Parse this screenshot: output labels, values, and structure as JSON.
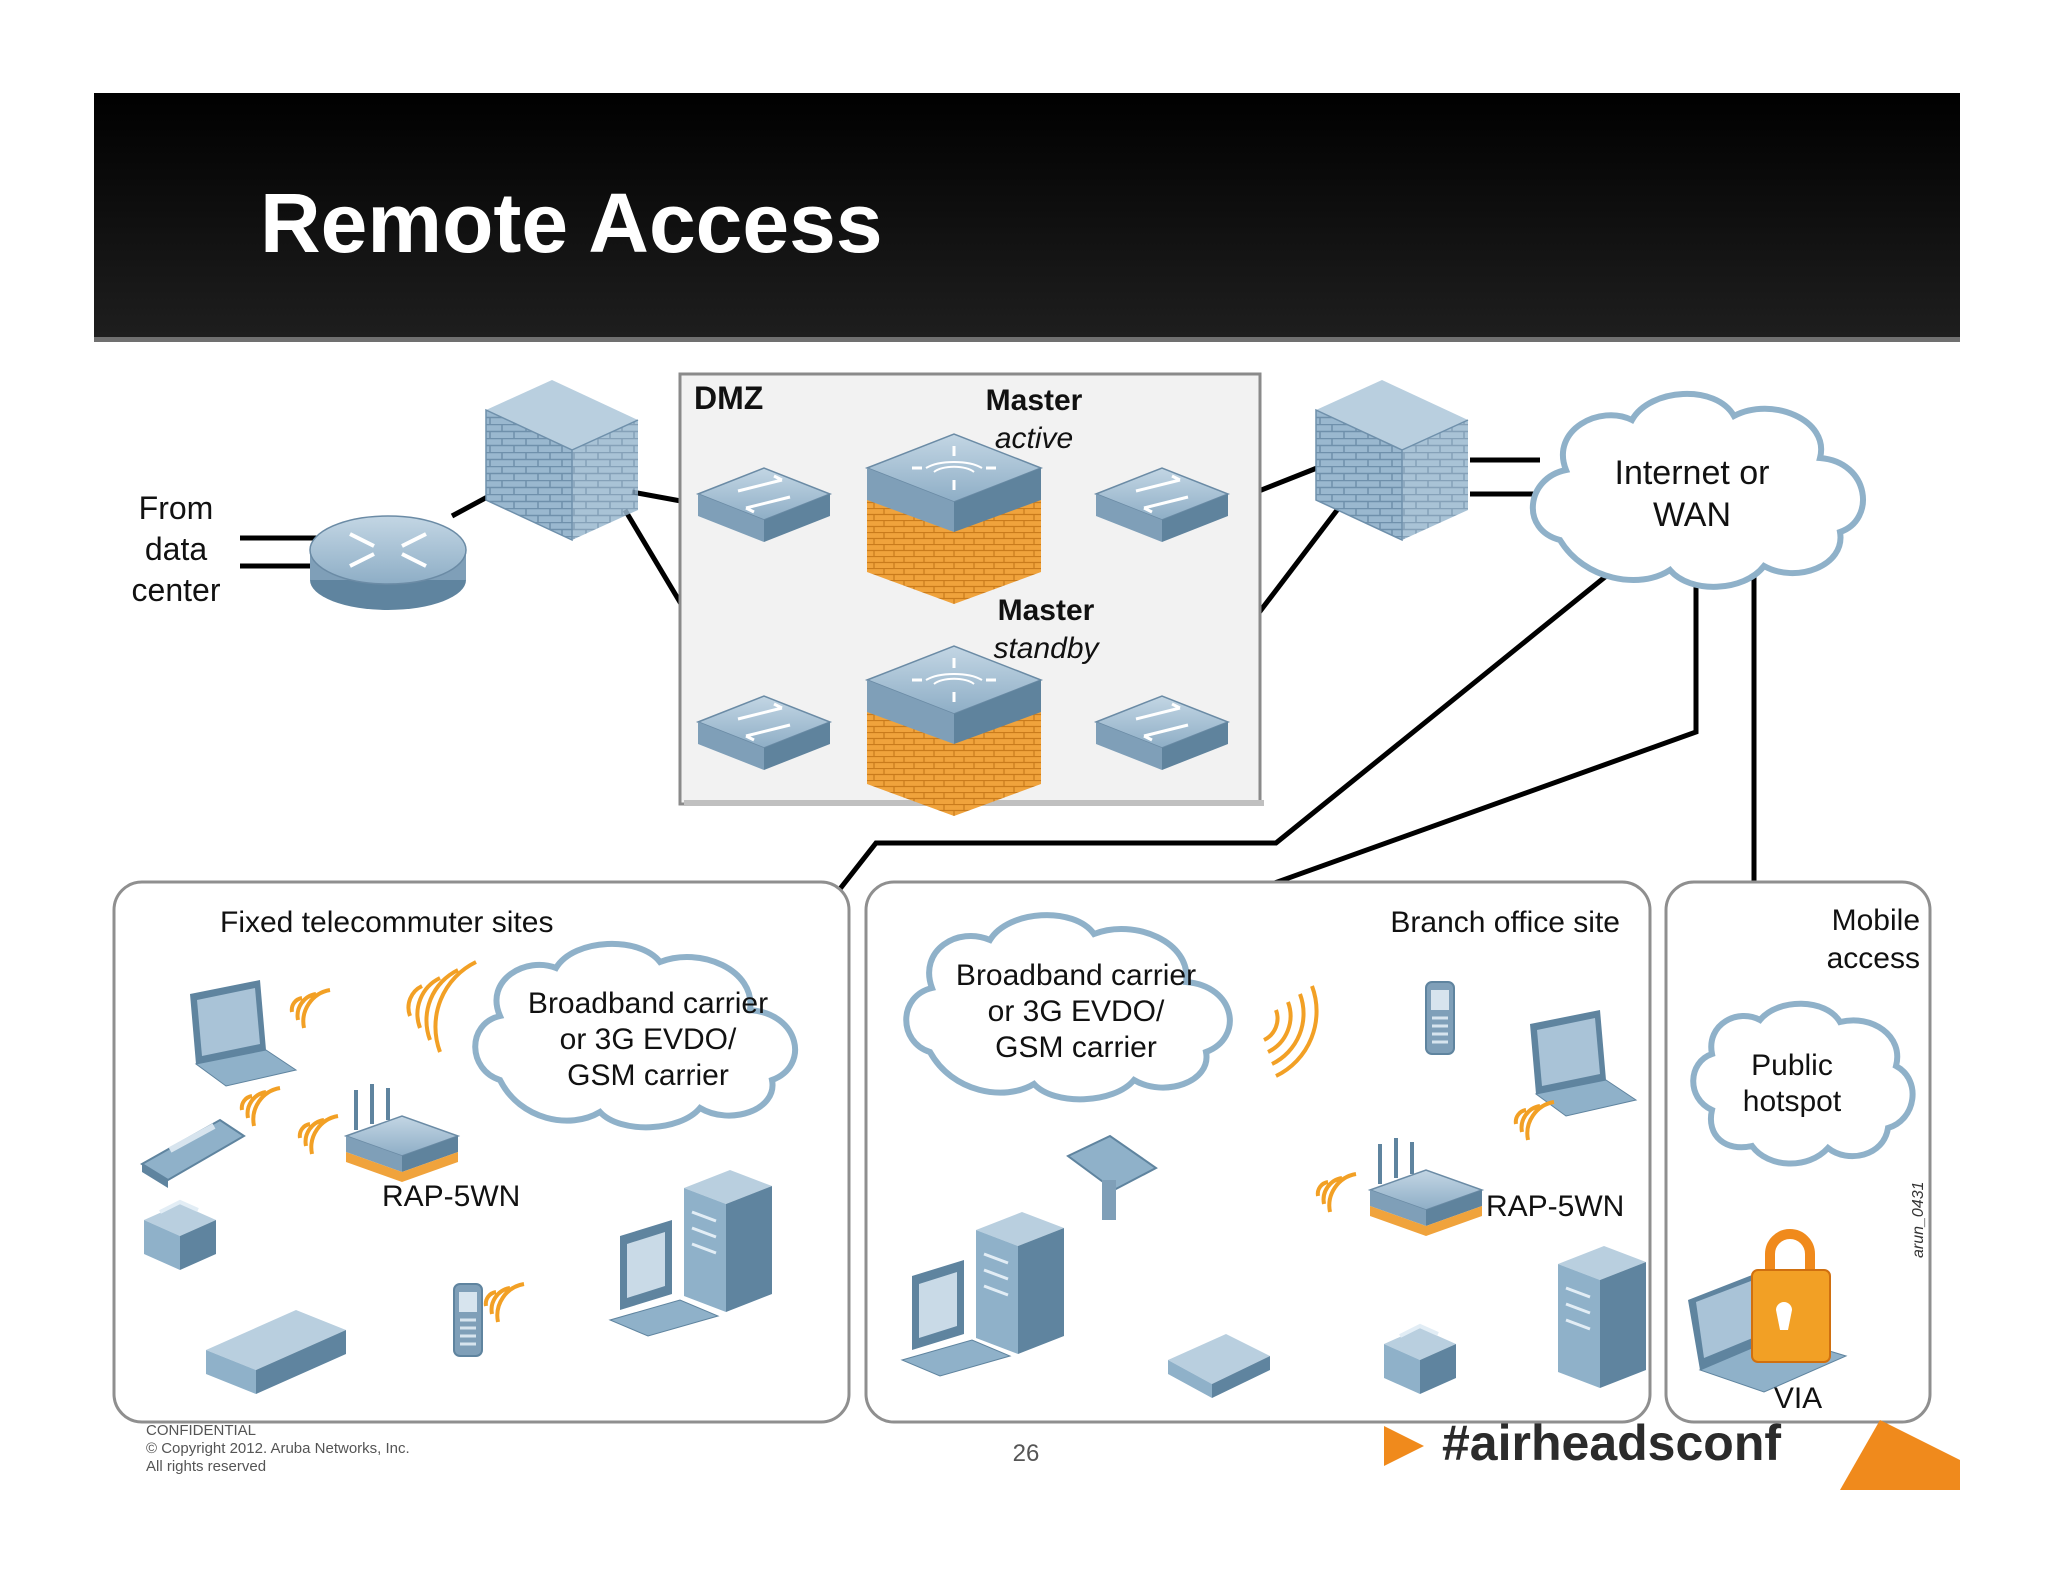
{
  "slide": {
    "title": "Remote Access",
    "page_number": "26"
  },
  "footer": {
    "confidential": "CONFIDENTIAL",
    "copyright": "© Copyright 2012. Aruba Networks, Inc.",
    "rights": "All rights reserved"
  },
  "branding": {
    "hashtag": "#airheadsconf"
  },
  "diagram": {
    "from_data_center": [
      "From",
      "data",
      "center"
    ],
    "dmz": "DMZ",
    "master_active": {
      "title": "Master",
      "state": "active"
    },
    "master_standby": {
      "title": "Master",
      "state": "standby"
    },
    "internet": [
      "Internet or",
      "WAN"
    ],
    "telecommuter": {
      "title": "Fixed telecommuter sites",
      "cloud": [
        "Broadband carrier",
        "or 3G EVDO/",
        "GSM carrier"
      ],
      "ap": "RAP-5WN"
    },
    "branch": {
      "title": "Branch office site",
      "cloud": [
        "Broadband carrier",
        "or 3G EVDO/",
        "GSM carrier"
      ],
      "ap": "RAP-5WN"
    },
    "mobile": {
      "title": [
        "Mobile",
        "access"
      ],
      "cloud": [
        "Public",
        "hotspot"
      ],
      "client": "VIA"
    },
    "figure_id": "arun_0431"
  },
  "colors": {
    "device_blue": "#8fb1c9",
    "device_dark": "#5f849f",
    "brick_orange": "#f0a33c",
    "signal_orange": "#f2a025",
    "accent_orange": "#f08a1c"
  }
}
